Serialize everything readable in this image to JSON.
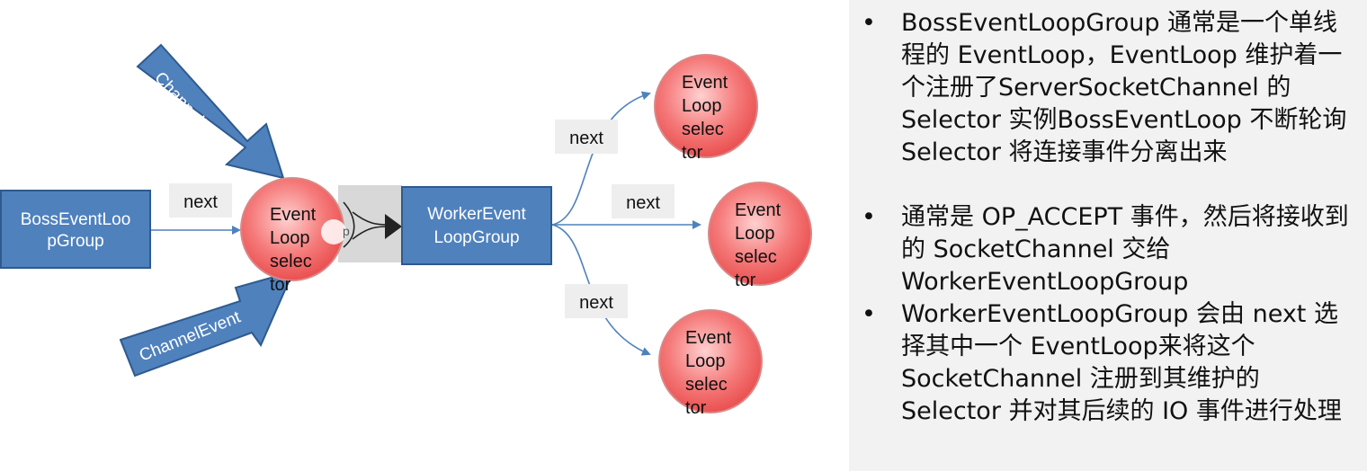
{
  "nodes": {
    "boss_group": "BossEventLoopGroup",
    "worker_group": "WorkerEventLoopGroup",
    "event_loop": "EventLoop selector",
    "next_label": "next",
    "channel_event": "ChannelEvent",
    "partial_label": "p"
  },
  "bullets": [
    "BossEventLoopGroup 通常是一个单线程的 EventLoop，EventLoop 维护着一个注册了ServerSocketChannel 的 Selector 实例BossEventLoop 不断轮询 Selector 将连接事件分离出来",
    "通常是 OP_ACCEPT 事件，然后将接收到的 SocketChannel 交给 WorkerEventLoopGroup",
    "WorkerEventLoopGroup 会由 next 选择其中一个 EventLoop来将这个 SocketChannel 注册到其维护的 Selector 并对其后续的 IO 事件进行处理"
  ],
  "colors": {
    "box_fill": "#4f81bd",
    "box_stroke": "#2e5a8e",
    "circle_fill": "#f36a6a",
    "circle_stroke": "#d88888",
    "line": "#4f81bd",
    "panel_bg": "#f2f2f2"
  }
}
